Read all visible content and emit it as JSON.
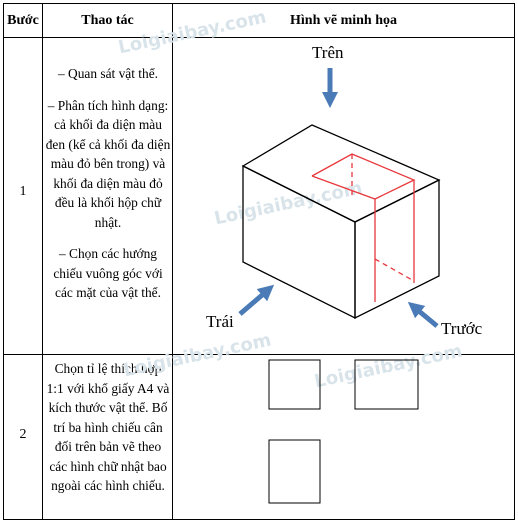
{
  "table": {
    "headers": [
      "Bước",
      "Thao tác",
      "Hình vẽ minh họa"
    ],
    "rows": [
      {
        "step": "1",
        "actions": [
          "– Quan sát vật thể.",
          "– Phân tích hình dạng: cả khối đa diện màu đen (kể cả khối đa diện màu đỏ bên trong) và khối đa diện màu đỏ đều là khối hộp chữ nhật.",
          "– Chọn các hướng chiếu vuông góc với các mặt của vật thể."
        ],
        "figure": {
          "labels": {
            "top": "Trên",
            "left": "Trái",
            "front": "Trước"
          },
          "colors": {
            "outline": "#000000",
            "inner_block": "#e8383d",
            "arrow": "#4a7bb7"
          }
        }
      },
      {
        "step": "2",
        "actions": [
          "Chọn tỉ lệ thích hợp 1:1 với khổ giấy A4 và kích thước vật thể. Bố trí ba hình chiếu cân đối trên bản vẽ theo các hình chữ nhật bao ngoài các hình chiếu."
        ]
      }
    ]
  },
  "watermark": "Loigiaibay.com"
}
